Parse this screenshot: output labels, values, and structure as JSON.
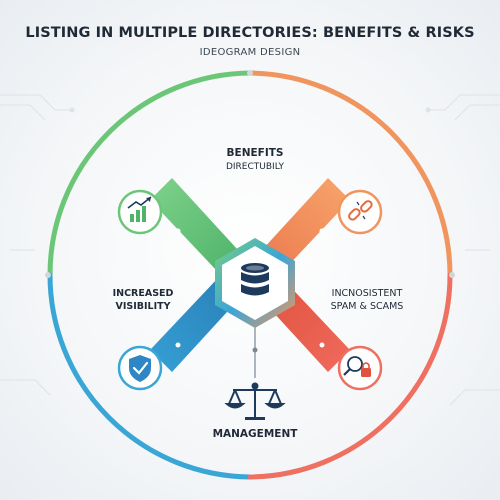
{
  "header": {
    "title": "LISTING IN MULTIPLE DIRECTORIES: BENEFITS & RISKS",
    "subtitle": "IDEOGRAM DESIGN"
  },
  "labels": {
    "benefits": "BENEFITS",
    "directubily": "DIRECTUBILY",
    "increased": "INCREASED",
    "visibility": "VISIBILITY",
    "inconsistent": "INCNOSISTENT",
    "spam_scams": "SPAM & SCAMS",
    "management": "MANAGEMENT"
  },
  "icons": {
    "center": "database-icon",
    "top_left": "growth-chart-icon",
    "top_right": "broken-link-icon",
    "bottom_left": "shield-check-icon",
    "bottom_right": "lock-magnifier-icon",
    "bottom_center": "scales-icon"
  },
  "colors": {
    "green": "#6cc677",
    "orange": "#f1955f",
    "blue": "#3aa6d6",
    "coral": "#ef7060",
    "navy": "#1d3a5c"
  }
}
